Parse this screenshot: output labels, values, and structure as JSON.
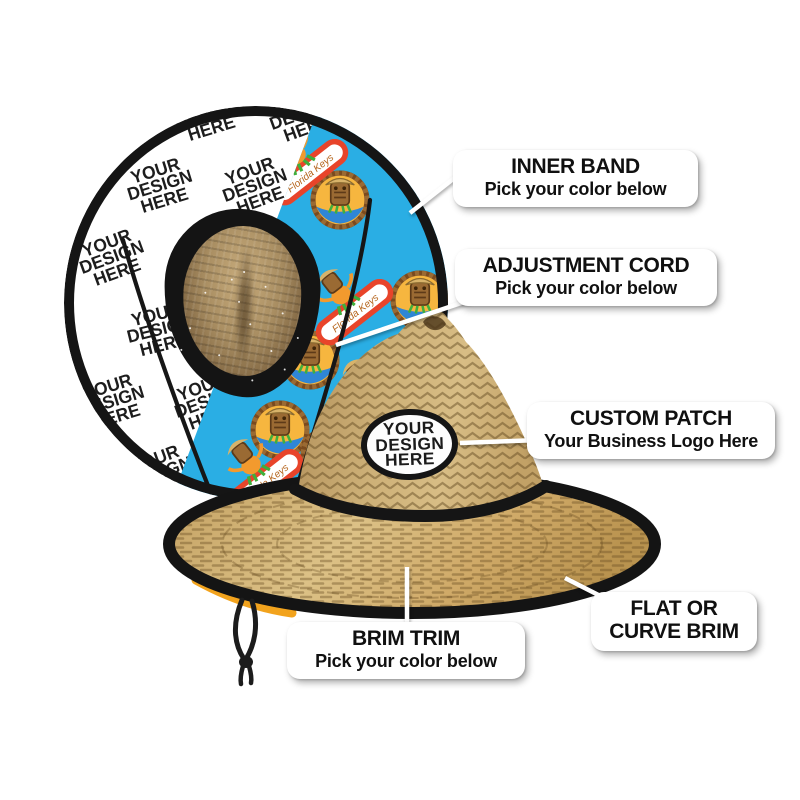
{
  "page": {
    "title": "Custom straw lifeguard hat customization diagram",
    "background": "#ffffff"
  },
  "colors": {
    "print_blue": "#2aaee4",
    "straw": "#cfab6d",
    "straw_dark": "#8d6f3e",
    "trim_black": "#151515",
    "underbrim_yellow": "#f2a31d",
    "surfboard_red": "#e8442a",
    "label_text": "#101010",
    "label_bg": "#ffffff"
  },
  "underside": {
    "repeat_text": {
      "lines": [
        "YOUR",
        "DESIGN",
        "HERE"
      ]
    },
    "print": {
      "surfboard_text": "Florida Keys"
    }
  },
  "patch": {
    "lines": [
      "YOUR",
      "DESIGN",
      "HERE"
    ]
  },
  "callouts": [
    {
      "id": "inner-band",
      "title": "INNER BAND",
      "subtitle": "Pick your color below"
    },
    {
      "id": "adjustment-cord",
      "title": "ADJUSTMENT CORD",
      "subtitle": "Pick your color below"
    },
    {
      "id": "custom-patch",
      "title": "CUSTOM PATCH",
      "subtitle": "Your Business Logo Here"
    },
    {
      "id": "flat-or-curve-brim",
      "title": "FLAT OR",
      "subtitle": "CURVE BRIM"
    },
    {
      "id": "brim-trim",
      "title": "BRIM TRIM",
      "subtitle": "Pick your color below"
    }
  ]
}
